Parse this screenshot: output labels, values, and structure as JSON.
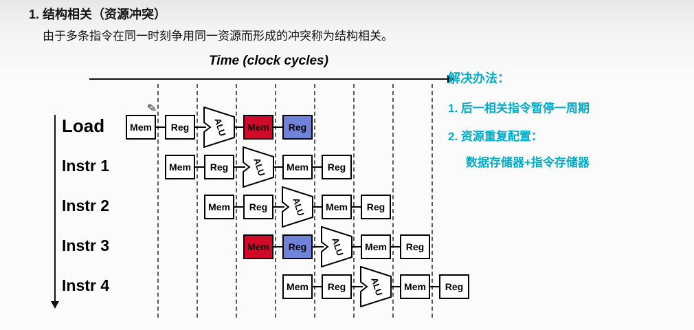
{
  "page": {
    "title": "1. 结构相关（资源冲突）",
    "subtitle": "由于多条指令在同一时刻争用同一资源而形成的冲突称为结构相关。"
  },
  "diagram": {
    "time_label": "Time (clock cycles)",
    "rows": [
      {
        "label": "Load",
        "stages": [
          {
            "kind": "mem",
            "text": "Mem",
            "fill": "#ffffff"
          },
          {
            "kind": "reg",
            "text": "Reg",
            "fill": "#ffffff"
          },
          {
            "kind": "alu",
            "text": "ALU",
            "fill": "#ffffff"
          },
          {
            "kind": "mem",
            "text": "Mem",
            "fill": "#d20a2a"
          },
          {
            "kind": "reg",
            "text": "Reg",
            "fill": "#6f84d8"
          }
        ]
      },
      {
        "label": "Instr 1",
        "stages": [
          {
            "kind": "mem",
            "text": "Mem",
            "fill": "#ffffff"
          },
          {
            "kind": "reg",
            "text": "Reg",
            "fill": "#ffffff"
          },
          {
            "kind": "alu",
            "text": "ALU",
            "fill": "#ffffff"
          },
          {
            "kind": "mem",
            "text": "Mem",
            "fill": "#ffffff"
          },
          {
            "kind": "reg",
            "text": "Reg",
            "fill": "#ffffff"
          }
        ]
      },
      {
        "label": "Instr 2",
        "stages": [
          {
            "kind": "mem",
            "text": "Mem",
            "fill": "#ffffff"
          },
          {
            "kind": "reg",
            "text": "Reg",
            "fill": "#ffffff"
          },
          {
            "kind": "alu",
            "text": "ALU",
            "fill": "#ffffff"
          },
          {
            "kind": "mem",
            "text": "Mem",
            "fill": "#ffffff"
          },
          {
            "kind": "reg",
            "text": "Reg",
            "fill": "#ffffff"
          }
        ]
      },
      {
        "label": "Instr 3",
        "stages": [
          {
            "kind": "mem",
            "text": "Mem",
            "fill": "#d20a2a"
          },
          {
            "kind": "reg",
            "text": "Reg",
            "fill": "#6f84d8"
          },
          {
            "kind": "alu",
            "text": "ALU",
            "fill": "#ffffff"
          },
          {
            "kind": "mem",
            "text": "Mem",
            "fill": "#ffffff"
          },
          {
            "kind": "reg",
            "text": "Reg",
            "fill": "#ffffff"
          }
        ]
      },
      {
        "label": "Instr 4",
        "stages": [
          {
            "kind": "mem",
            "text": "Mem",
            "fill": "#ffffff"
          },
          {
            "kind": "reg",
            "text": "Reg",
            "fill": "#ffffff"
          },
          {
            "kind": "alu",
            "text": "ALU",
            "fill": "#ffffff"
          },
          {
            "kind": "mem",
            "text": "Mem",
            "fill": "#ffffff"
          },
          {
            "kind": "reg",
            "text": "Reg",
            "fill": "#ffffff"
          }
        ]
      }
    ],
    "colors": {
      "highlight_red": "#d20a2a",
      "highlight_blue": "#6f84d8",
      "note_cyan": "#00aecb"
    },
    "pencil_icon": "✎"
  },
  "notes": {
    "heading": "解决办法：",
    "items": [
      "1. 后一相关指令暂停一周期",
      "2. 资源重复配置：",
      "数据存储器+指令存储器"
    ]
  }
}
